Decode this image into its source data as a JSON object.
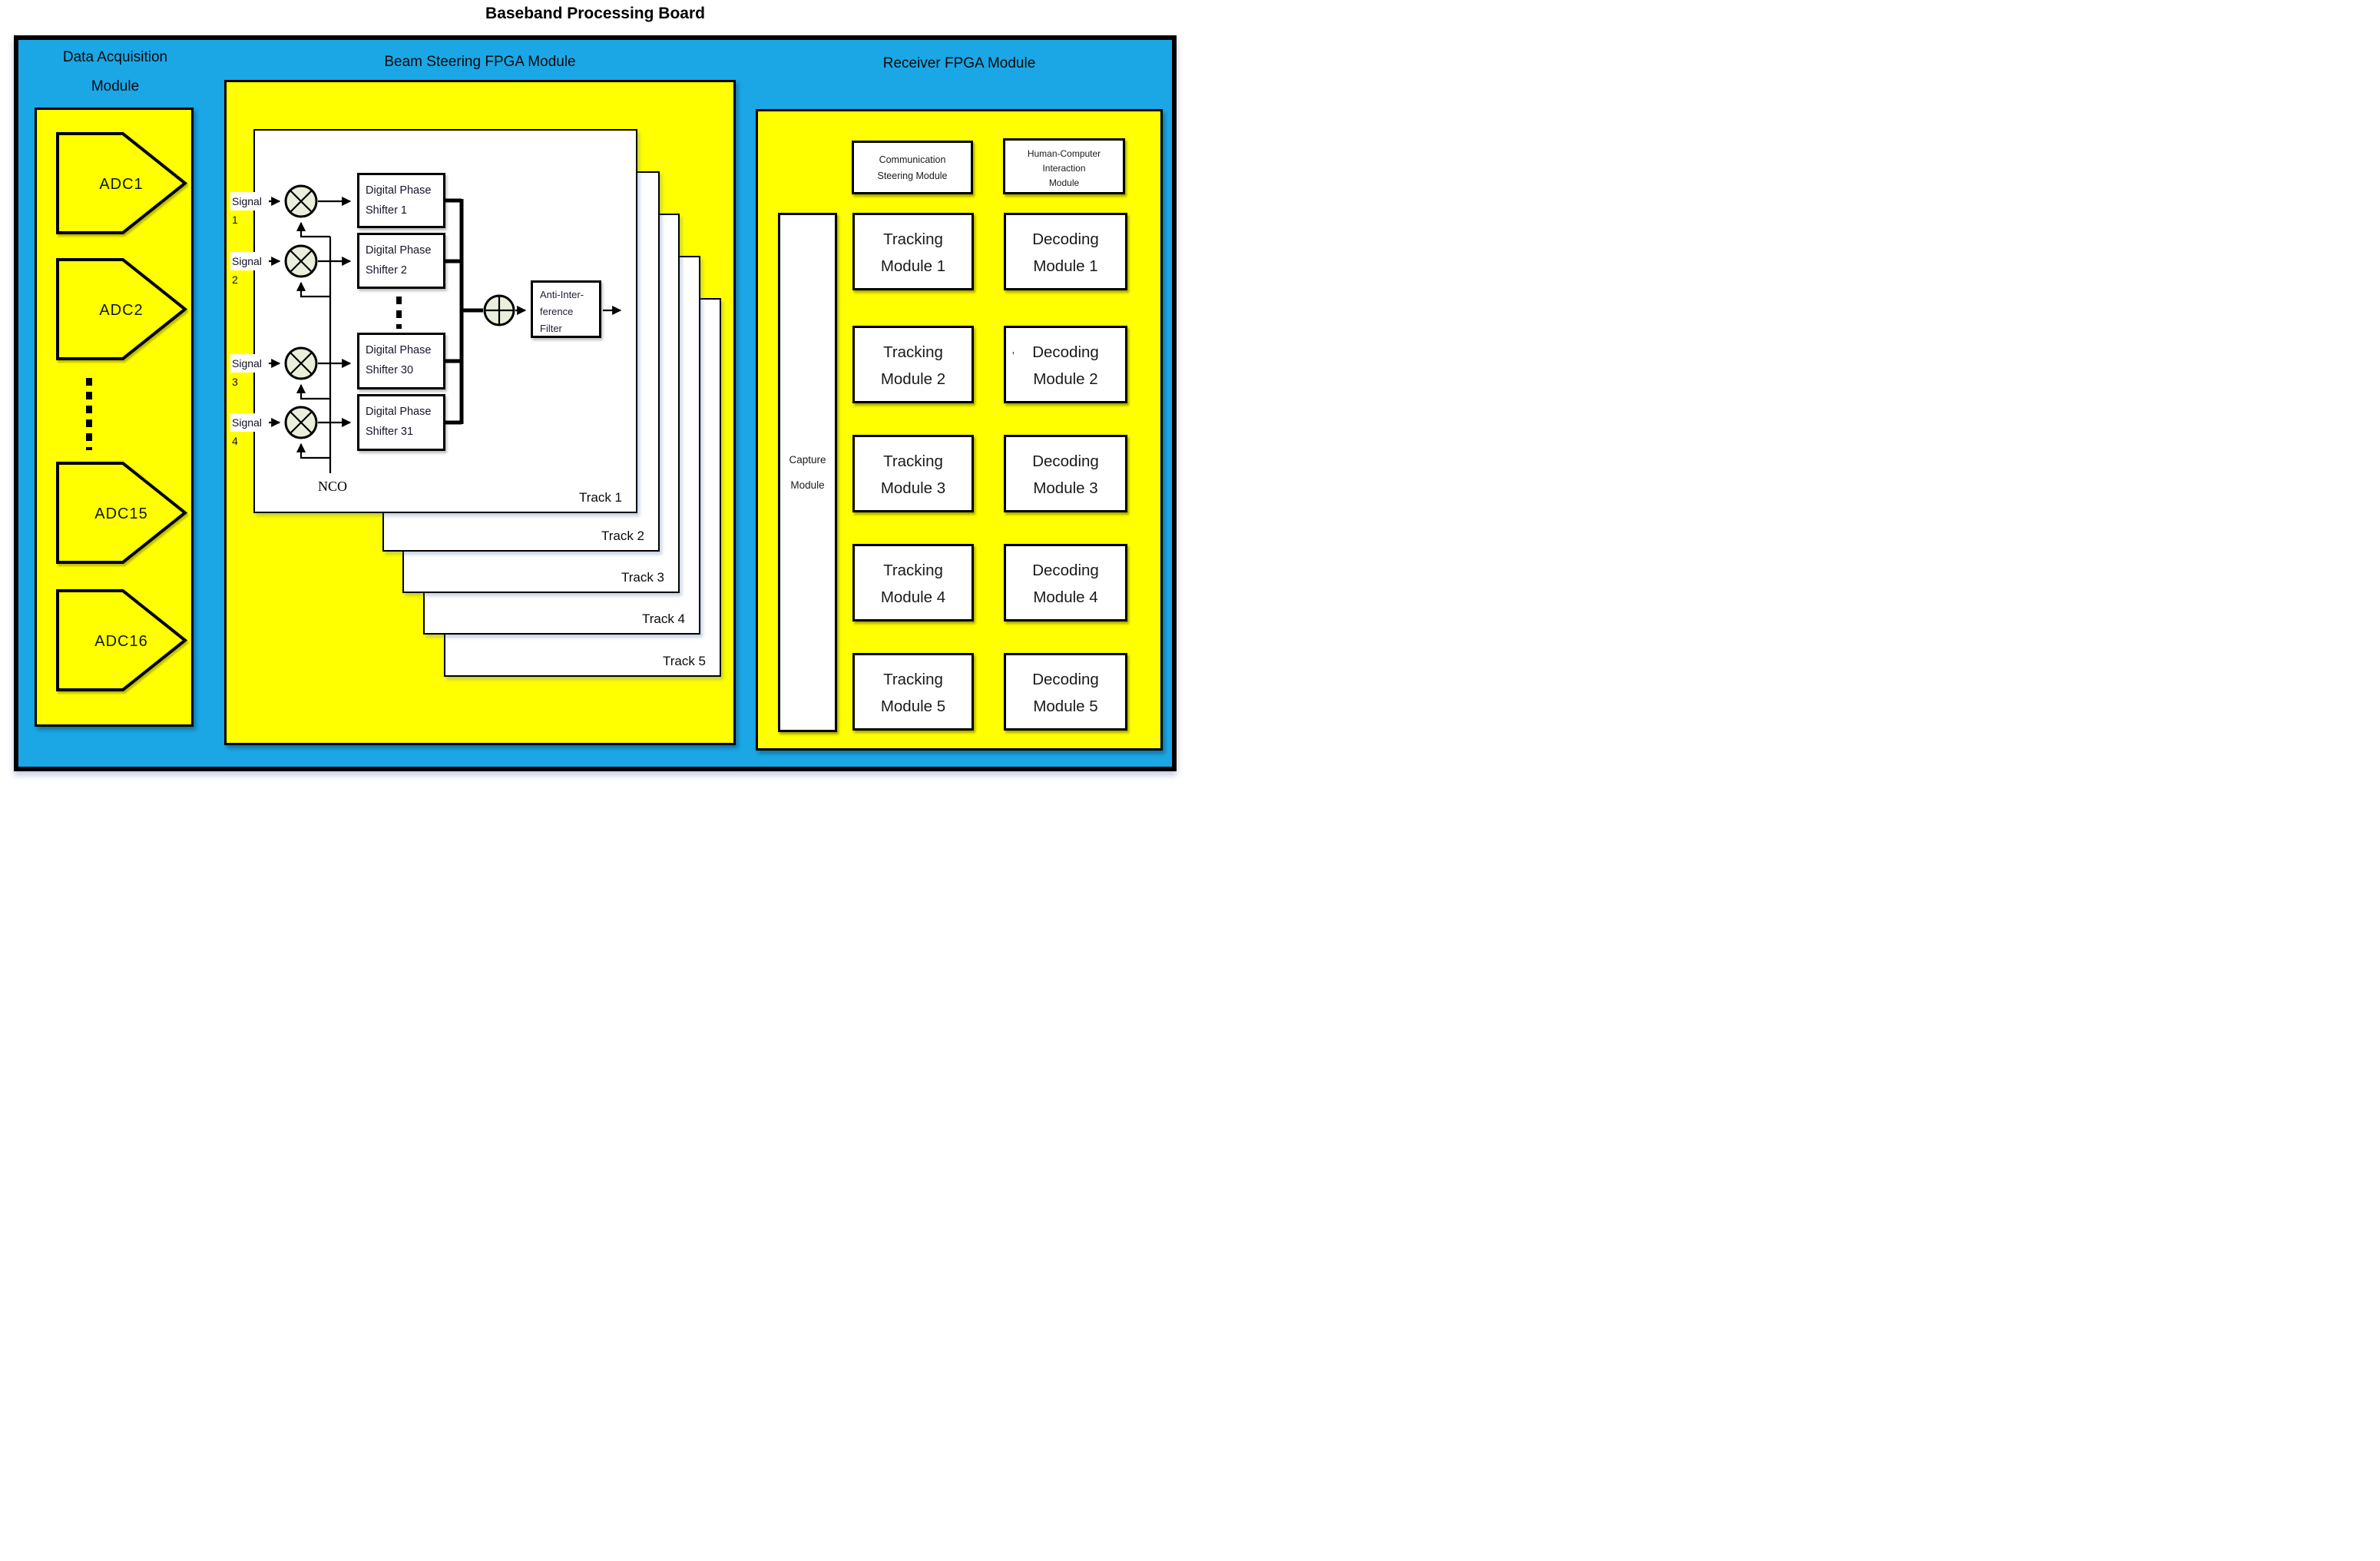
{
  "title": "Baseband Processing Board",
  "colors": {
    "board_cyan": "#1BA7E6",
    "panel_yellow": "#FFFF00",
    "box_white": "#FFFFFF",
    "line_black": "#000000",
    "node_fill": "#E9EFDA"
  },
  "data_acquisition": {
    "title_line1": "Data Acquisition",
    "title_line2": "Module",
    "adcs": [
      "ADC1",
      "ADC2",
      "ADC15",
      "ADC16"
    ]
  },
  "beam_steering": {
    "title": "Beam Steering FPGA Module",
    "signals": [
      "Signal 1",
      "Signal 2",
      "Signal 3",
      "Signal 4"
    ],
    "phase_shifters": [
      {
        "line1": "Digital Phase",
        "line2": "Shifter 1"
      },
      {
        "line1": "Digital Phase",
        "line2": "Shifter 2"
      },
      {
        "line1": "Digital Phase",
        "line2": "Shifter 30"
      },
      {
        "line1": "Digital Phase",
        "line2": "Shifter 31"
      }
    ],
    "nco_label": "NCO",
    "filter": {
      "line1": "Anti-Inter-",
      "line2": "ference",
      "line3": "Filter"
    },
    "tracks": [
      "Track 1",
      "Track 2",
      "Track 3",
      "Track 4",
      "Track 5"
    ]
  },
  "receiver": {
    "title": "Receiver FPGA Module",
    "comm_module": {
      "line1": "Communication",
      "line2": "Steering Module"
    },
    "hci_module": {
      "line1": "Human-Computer",
      "line2": "Interaction",
      "line3": "Module"
    },
    "capture_module": {
      "line1": "Capture",
      "line2": "Module"
    },
    "tracking_modules": [
      {
        "line1": "Tracking",
        "line2": "Module 1"
      },
      {
        "line1": "Tracking",
        "line2": "Module 2"
      },
      {
        "line1": "Tracking",
        "line2": "Module 3"
      },
      {
        "line1": "Tracking",
        "line2": "Module 4"
      },
      {
        "line1": "Tracking",
        "line2": "Module 5"
      }
    ],
    "decoding_modules": [
      {
        "line1": "Decoding",
        "line2": "Module 1"
      },
      {
        "line1": "Decoding",
        "line2": "Module 2"
      },
      {
        "line1": "Decoding",
        "line2": "Module 3"
      },
      {
        "line1": "Decoding",
        "line2": "Module 4"
      },
      {
        "line1": "Decoding",
        "line2": "Module 5"
      }
    ],
    "stray_mark": "'"
  }
}
